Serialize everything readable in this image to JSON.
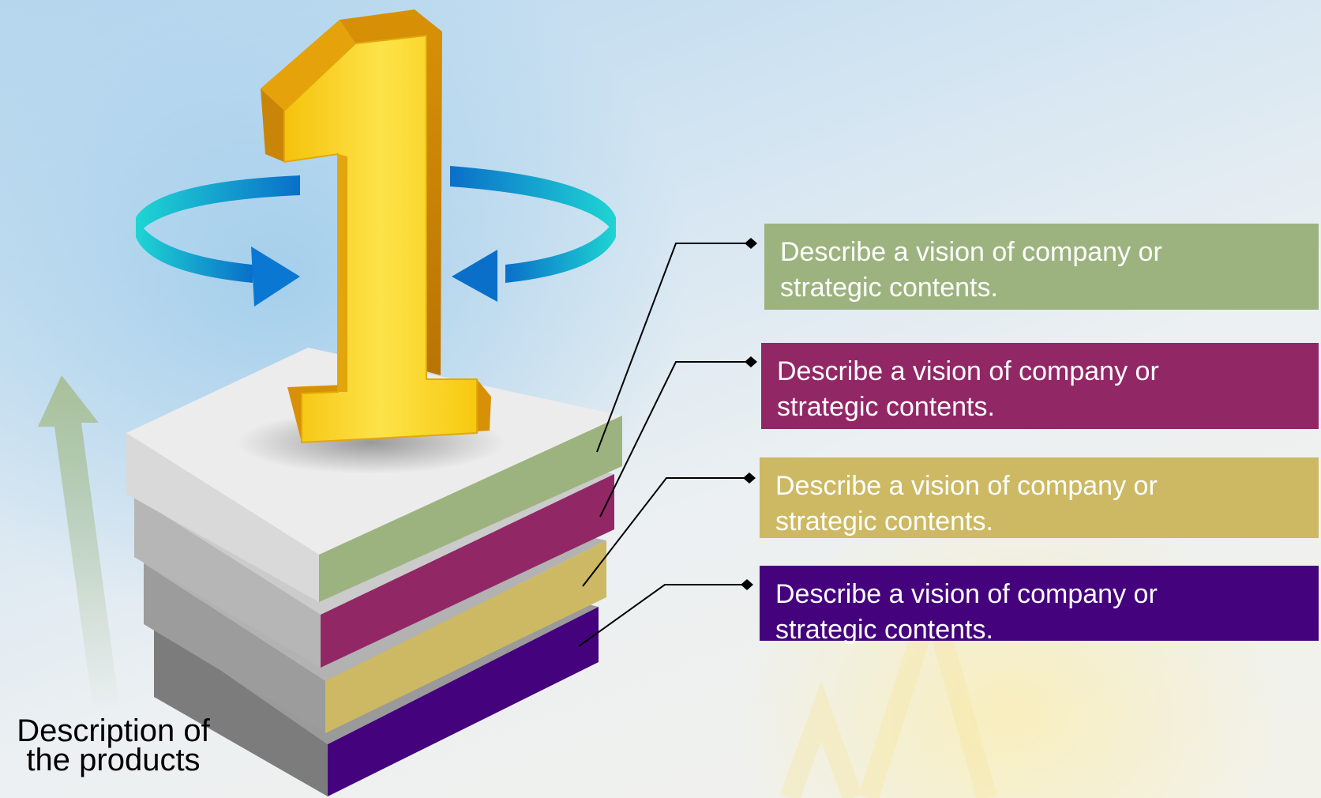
{
  "colors": {
    "green": "#9db37f",
    "magenta": "#922766",
    "gold": "#cdb963",
    "purple": "#44027d",
    "number_gold": "#fcd218",
    "arrow_teal": "#1fd5d3",
    "arrow_blue": "#0a6fc9"
  },
  "icons": {
    "number_one": "number-one-3d",
    "rotation": "rotation-arrows"
  },
  "caption": "Description of\nthe products",
  "boxes": [
    {
      "text": "Describe a vision of company or\nstrategic contents.",
      "color": "#9db37f"
    },
    {
      "text": "Describe a vision of company or\nstrategic contents.",
      "color": "#922766"
    },
    {
      "text": "Describe a vision of company or\nstrategic contents.",
      "color": "#cdb963"
    },
    {
      "text": "Describe a vision of company or\nstrategic contents.",
      "color": "#44027d"
    }
  ]
}
